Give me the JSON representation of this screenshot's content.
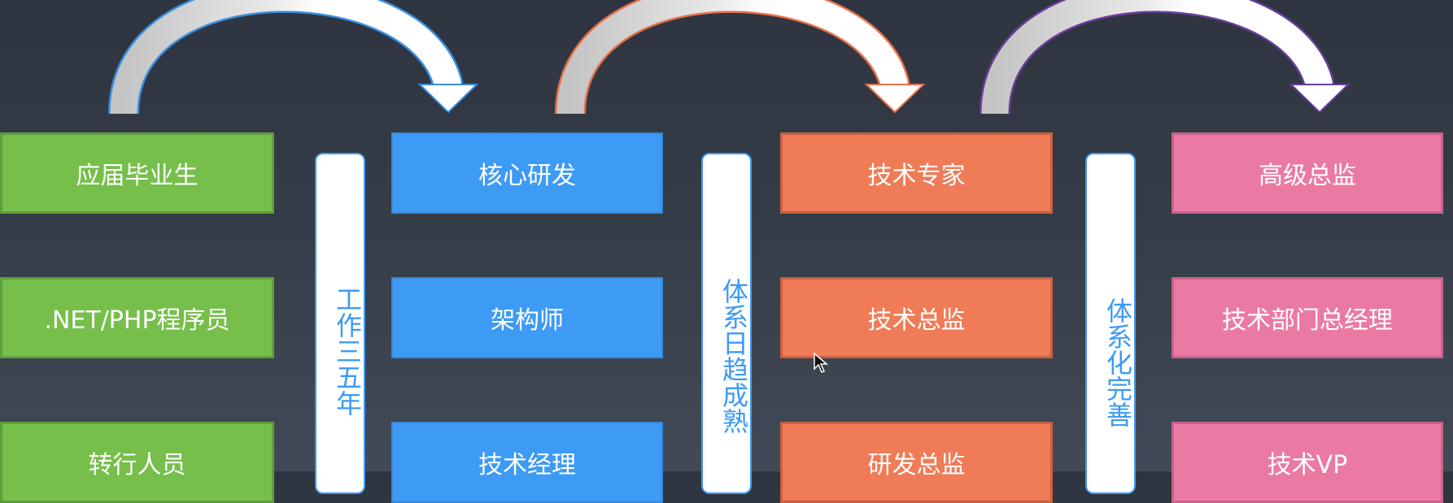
{
  "columns": [
    {
      "color": "#76bf4b",
      "items": [
        "应届毕业生",
        ".NET/PHP程序员",
        "转行人员"
      ]
    },
    {
      "color": "#3d9af5",
      "items": [
        "核心研发",
        "架构师",
        "技术经理"
      ]
    },
    {
      "color": "#ef7b57",
      "items": [
        "技术专家",
        "技术总监",
        "研发总监"
      ]
    },
    {
      "color": "#ea7aa4",
      "items": [
        "高级总监",
        "技术部门总经理",
        "技术VP"
      ]
    }
  ],
  "pillars": [
    "工作三五年",
    "体系日趋成熟",
    "体系化完善"
  ],
  "arrows": [
    {
      "outline": "#3a8fe0",
      "icon": "curved-arrow-icon"
    },
    {
      "outline": "#e8704a",
      "icon": "curved-arrow-icon"
    },
    {
      "outline": "#6a3d9a",
      "icon": "curved-arrow-icon"
    }
  ]
}
